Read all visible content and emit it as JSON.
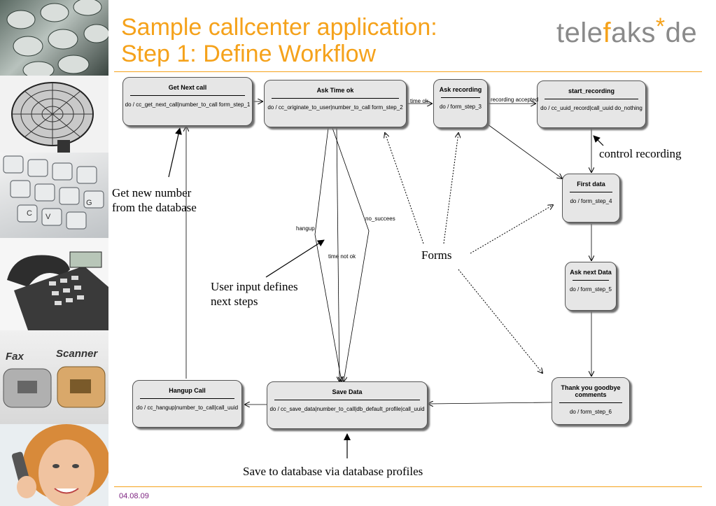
{
  "slide": {
    "title_line1": "Sample callcenter application:",
    "title_line2": "Step 1: Define Workflow",
    "date": "04.08.09"
  },
  "logo": {
    "part1": "tele",
    "part2": "f",
    "part3": "aks",
    "part4": "*",
    "part5": "de"
  },
  "sidebar": {
    "photos": [
      "phone-keypad-photo",
      "satellite-dish-photo",
      "keyboard-photo",
      "desk-phone-photo",
      "fax-scanner-photo",
      "woman-on-phone-photo"
    ],
    "fax_label": "Fax",
    "scanner_label": "Scanner"
  },
  "nodes": {
    "get_next_call": {
      "title": "Get Next call",
      "action": "do / cc_get_next_call|number_to_call form_step_1"
    },
    "ask_time_ok": {
      "title": "Ask Time ok",
      "action": "do / cc_originate_to_user|number_to_call form_step_2"
    },
    "ask_recording": {
      "title": "Ask recording",
      "action": "do / form_step_3"
    },
    "start_recording": {
      "title": "start_recording",
      "action": "do / cc_uuid_record|call_uuid do_nothing"
    },
    "first_data": {
      "title": "First data",
      "action": "do / form_step_4"
    },
    "ask_next_data": {
      "title": "Ask next Data",
      "action": "do / form_step_5"
    },
    "thank_you": {
      "title": "Thank you goodbye comments",
      "action": "do / form_step_6"
    },
    "save_data": {
      "title": "Save Data",
      "action": "do / cc_save_data|number_to_call|db_default_profile|call_uuid"
    },
    "hangup_call": {
      "title": "Hangup Call",
      "action": "do / cc_hangup|number_to_call|call_uuid"
    }
  },
  "edge_labels": {
    "time_ok": "time ok",
    "recording_accepted": "recording accepted",
    "hangup": "hangup",
    "no_success": "no_succees",
    "time_not_ok": "time not ok"
  },
  "annotations": {
    "control_recording": "control recording",
    "get_new_number_1": "Get new number",
    "get_new_number_2": "from the database",
    "user_input_1": "User input defines",
    "user_input_2": "next steps",
    "forms": "Forms",
    "save_db": "Save to database via database profiles"
  }
}
